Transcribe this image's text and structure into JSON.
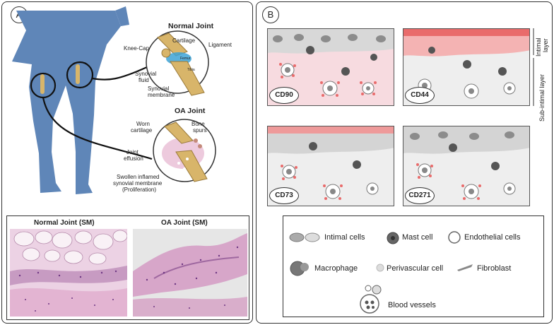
{
  "panel_a": {
    "badge": "A",
    "normal_joint": {
      "title": "Normal Joint",
      "labels": {
        "knee_cap": "Knee-Cap",
        "cartilage": "Cartilage",
        "ligament": "Ligament",
        "synovial_fluid_1": "Synovial",
        "synovial_fluid_2": "fluid",
        "synovial_membrane_1": "Synovial",
        "synovial_membrane_2": "membrane",
        "femur": "Femur",
        "tibia": "Tibia"
      }
    },
    "oa_joint": {
      "title": "OA Joint",
      "labels": {
        "worn_cartilage_1": "Worn",
        "worn_cartilage_2": "cartilage",
        "bone_spurs_1": "Bone",
        "bone_spurs_2": "spurs",
        "joint_effusion_1": "Joint",
        "joint_effusion_2": "effusion",
        "swollen_1": "Swollen inflamed",
        "swollen_2": "synovial membrane",
        "swollen_3": "(Proliferation)"
      }
    },
    "micrographs": {
      "normal_title": "Normal Joint (SM)",
      "oa_title": "OA Joint (SM)"
    }
  },
  "panel_b": {
    "badge": "B",
    "layer_labels": {
      "intimal_1": "Intimal",
      "intimal_2": "layer",
      "sub_intimal": "Sub-intimal layer"
    },
    "tissues": [
      {
        "label": "CD90"
      },
      {
        "label": "CD44"
      },
      {
        "label": "CD73"
      },
      {
        "label": "CD271"
      }
    ],
    "legend": {
      "intimal_cells": "Intimal cells",
      "mast_cell": "Mast cell",
      "endothelial_cells": "Endothelial cells",
      "macrophage": "Macrophage",
      "perivascular_cell": "Perivascular cell",
      "fibroblast": "Fibroblast",
      "blood_vessels": "Blood vessels"
    }
  },
  "colors": {
    "dog_blue": "#5f86b8",
    "bone": "#d8b56a",
    "cartilage_blue": "#3da3d6",
    "he_pink": "#e6b3cf",
    "he_purple": "#7a3f86",
    "tissue_pink": "#f7dbe0",
    "intimal_red": "#e96b6b",
    "tissue_gray": "#e4e4e4"
  }
}
